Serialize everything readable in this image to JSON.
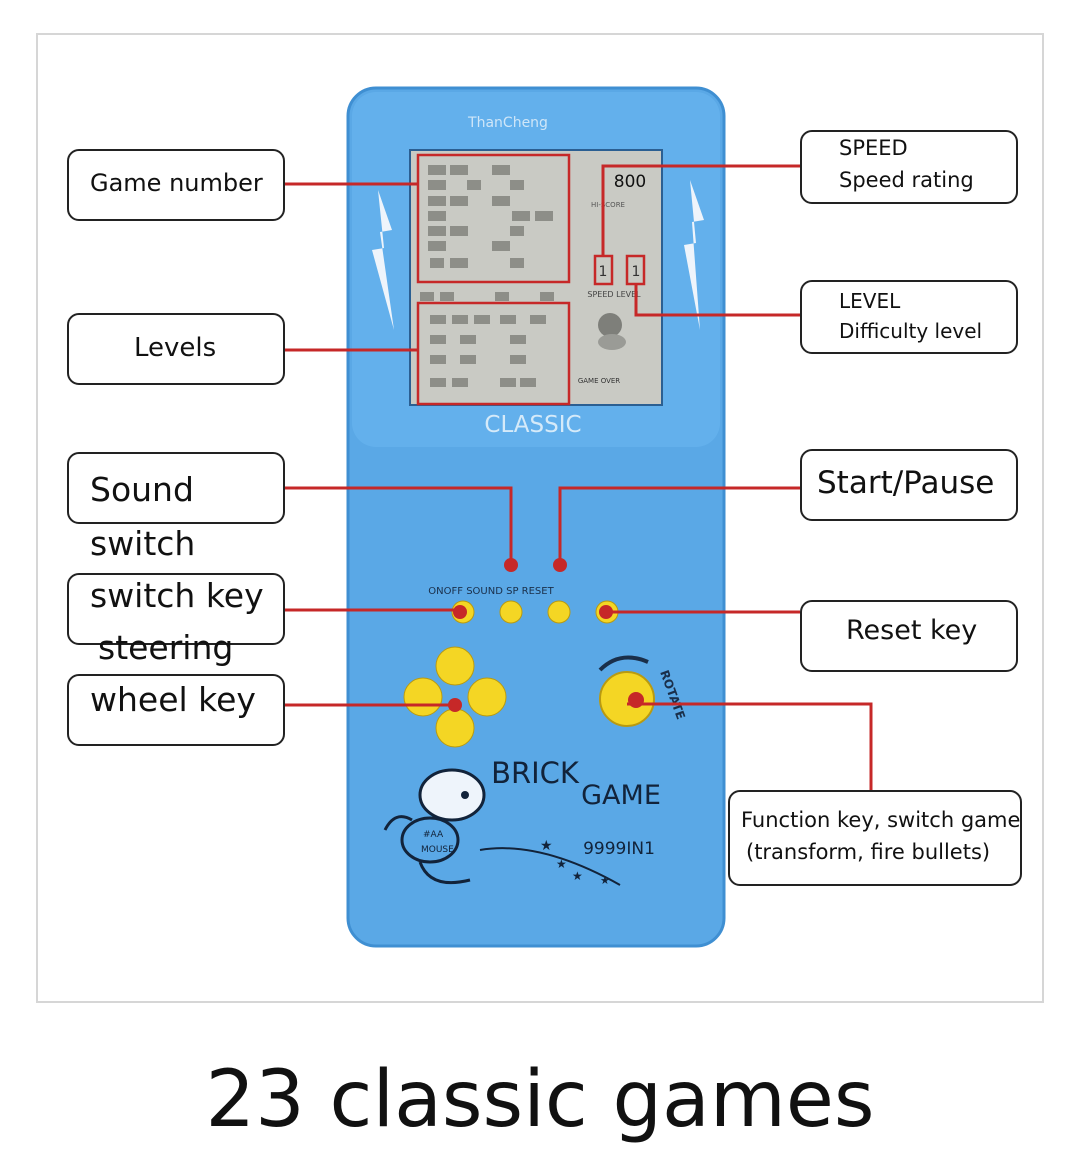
{
  "device": {
    "brand": "ThanCheng",
    "model": "CLASSIC",
    "title_brick": "BRICK",
    "title_game": "GAME",
    "count": "9999IN1",
    "buttons_label": "ONOFF SOUND SP RESET",
    "mascot_tag_1": "#AA",
    "mascot_tag_2": "MOUSE",
    "rotate_label": "ROTATE",
    "colors": {
      "body": "#5aa8e6",
      "body_dark": "#3f8fd2",
      "button": "#f4d624",
      "screen": "#c9cac4",
      "pointer": "#c62828"
    }
  },
  "screen": {
    "score": "800",
    "hi_score_label": "HI-SCORE",
    "speed_level_label": "SPEED LEVEL",
    "speed_value": "1",
    "level_value": "1",
    "game_over_label": "GAME OVER"
  },
  "callouts": {
    "game_number": "Game number",
    "levels": "Levels",
    "sound_switch_1": "Sound",
    "sound_switch_2": "switch",
    "switch_key": "switch key",
    "steering": "steering",
    "wheel_key": "wheel key",
    "speed_title": "SPEED",
    "speed_desc": "Speed rating",
    "level_title": "LEVEL",
    "level_desc": "Difficulty level",
    "start_pause": "Start/Pause",
    "reset_key": "Reset key",
    "function_key_1": "Function key, switch game",
    "function_key_2": "(transform, fire bullets)"
  },
  "footer": "23 classic games"
}
